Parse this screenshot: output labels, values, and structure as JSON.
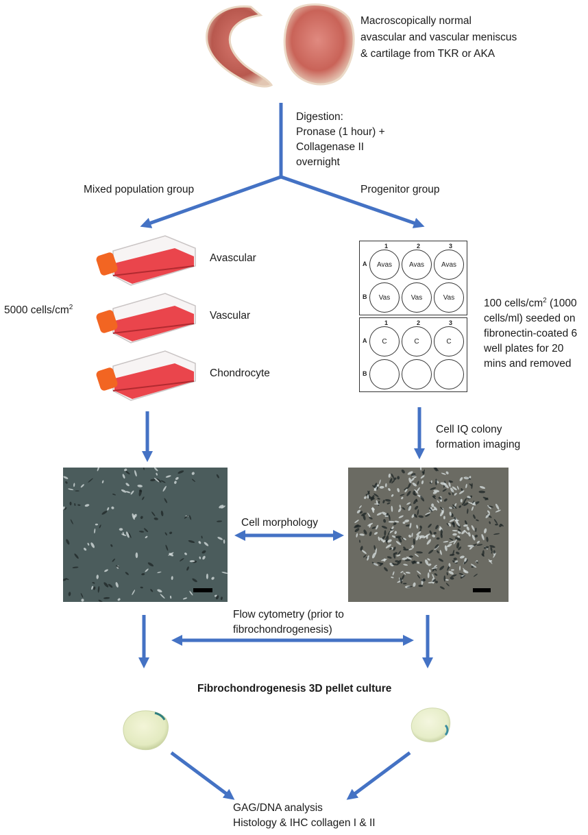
{
  "colors": {
    "arrow": "#4472C4",
    "flask_media": "#E8323A",
    "flask_cap": "#F26522",
    "micro_left": "#4b5c5c",
    "micro_right": "#6b6b63",
    "pellet": "#e3eac0"
  },
  "tissue_caption": [
    "Macroscopically normal",
    "avascular and vascular meniscus",
    "& cartilage from TKR or AKA"
  ],
  "digestion_text": [
    "Digestion:",
    "Pronase (1 hour) +",
    "Collagenase II",
    "overnight"
  ],
  "branch_left_label": "Mixed population group",
  "branch_right_label": "Progenitor group",
  "flasks": [
    {
      "label": "Avascular"
    },
    {
      "label": "Vascular"
    },
    {
      "label": "Chondrocyte"
    }
  ],
  "density_left": {
    "text": "5000 cells/cm",
    "sup": "2"
  },
  "density_right": {
    "line1_a": "100 cells/cm",
    "line1_sup": "2",
    "line1_b": " (1000",
    "lines": [
      "cells/ml) seeded on",
      "fibronectin-coated 6",
      "well plates for 20",
      "mins and removed"
    ]
  },
  "plate_top": {
    "cols": [
      "1",
      "2",
      "3"
    ],
    "rows": [
      "A",
      "B"
    ],
    "wells": [
      [
        "Avas",
        "Avas",
        "Avas"
      ],
      [
        "Vas",
        "Vas",
        "Vas"
      ]
    ]
  },
  "plate_bottom": {
    "cols": [
      "1",
      "2",
      "3"
    ],
    "rows": [
      "A",
      "B"
    ],
    "wells": [
      [
        "C",
        "C",
        "C"
      ],
      [
        "",
        "",
        ""
      ]
    ]
  },
  "imaging_text": [
    "Cell IQ colony",
    "formation imaging"
  ],
  "morphology_label": "Cell morphology",
  "flow_text": [
    "Flow cytometry (prior to",
    "fibrochondrogenesis)"
  ],
  "pellet_title": "Fibrochondrogenesis 3D pellet culture",
  "analysis_text": [
    "GAG/DNA analysis",
    "Histology & IHC collagen I & II"
  ]
}
